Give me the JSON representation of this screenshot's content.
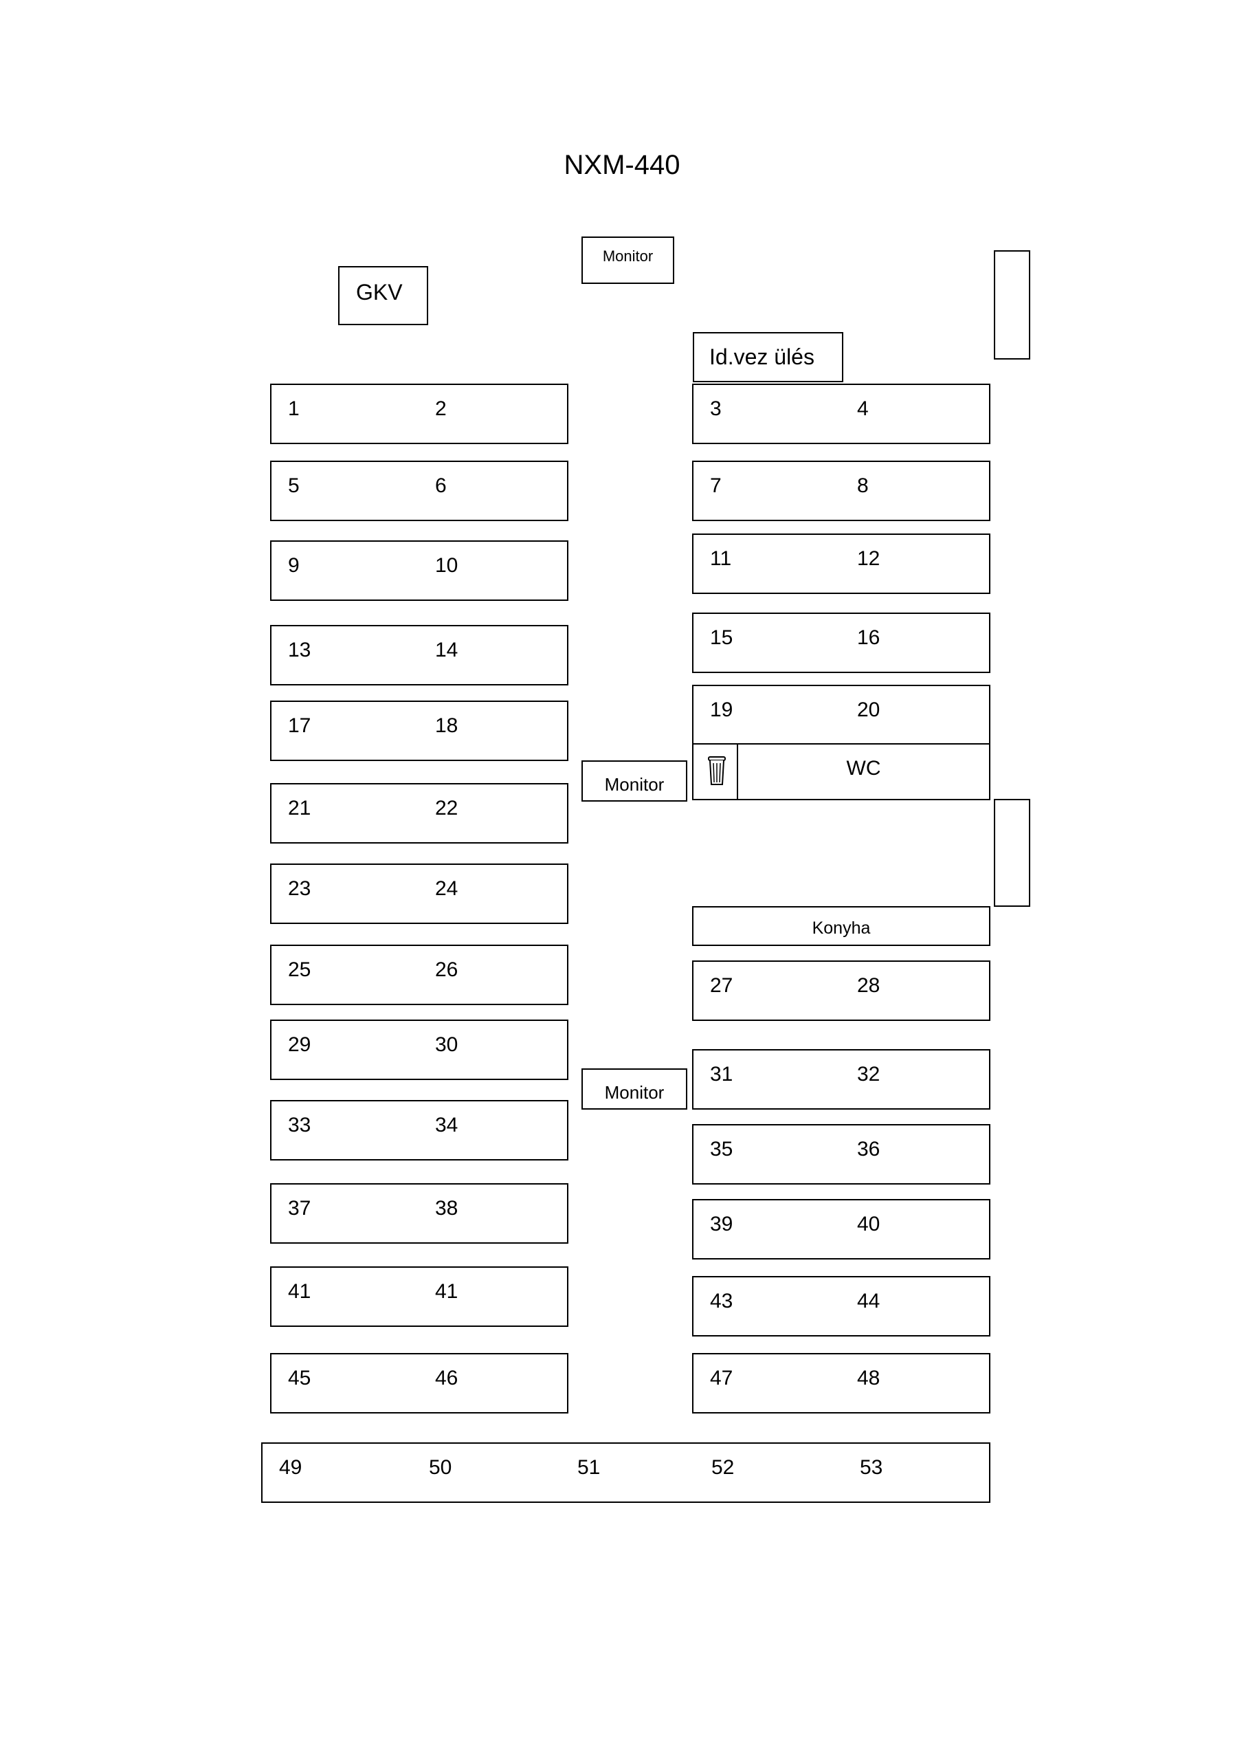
{
  "title": "NXM-440",
  "labels": {
    "gkv": "GKV",
    "monitor_top": "Monitor",
    "id_vez": "Id.vez ülés",
    "monitor_mid": "Monitor",
    "wc": "WC",
    "konyha": "Konyha",
    "monitor_low": "Monitor"
  },
  "icons": {
    "trash": "trash-can-icon"
  },
  "seats": {
    "left": [
      [
        "1",
        "2"
      ],
      [
        "5",
        "6"
      ],
      [
        "9",
        "10"
      ],
      [
        "13",
        "14"
      ],
      [
        "17",
        "18"
      ],
      [
        "21",
        "22"
      ],
      [
        "23",
        "24"
      ],
      [
        "25",
        "26"
      ],
      [
        "29",
        "30"
      ],
      [
        "33",
        "34"
      ],
      [
        "37",
        "38"
      ],
      [
        "41",
        "41"
      ],
      [
        "45",
        "46"
      ]
    ],
    "right": [
      [
        "3",
        "4"
      ],
      [
        "7",
        "8"
      ],
      [
        "11",
        "12"
      ],
      [
        "15",
        "16"
      ],
      [
        "19",
        "20"
      ],
      [
        "27",
        "28"
      ],
      [
        "31",
        "32"
      ],
      [
        "35",
        "36"
      ],
      [
        "39",
        "40"
      ],
      [
        "43",
        "44"
      ],
      [
        "47",
        "48"
      ]
    ],
    "back_row": [
      "49",
      "50",
      "51",
      "52",
      "53"
    ]
  }
}
